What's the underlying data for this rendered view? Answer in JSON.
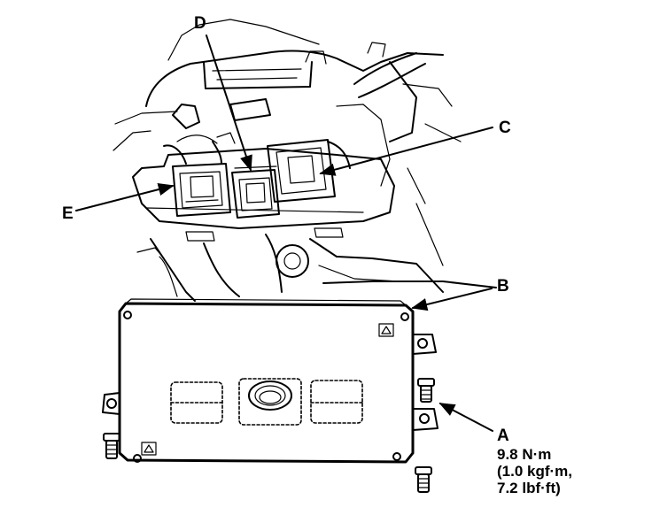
{
  "callouts": {
    "a": "A",
    "b": "B",
    "c": "C",
    "d": "D",
    "e": "E"
  },
  "torque_spec": {
    "line1": "9.8 N·m",
    "line2": "(1.0 kgf·m,",
    "line3": "7.2 lbf·ft)"
  }
}
